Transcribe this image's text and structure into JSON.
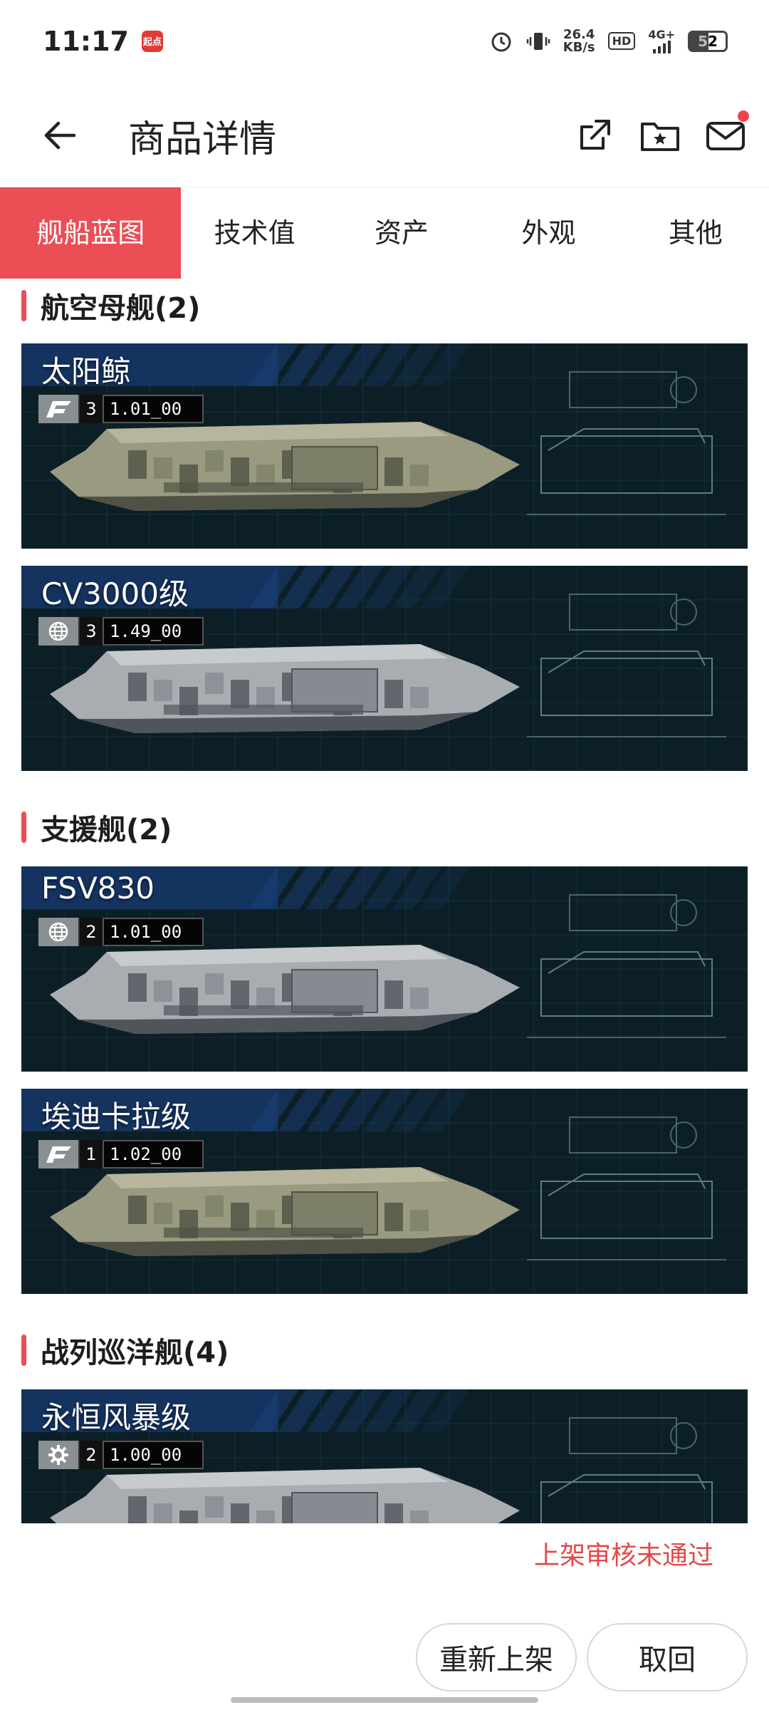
{
  "status_bar": {
    "time": "11:17",
    "app_badge": "起点",
    "net_speed_value": "26.4",
    "net_speed_unit": "KB/s",
    "hd": "HD",
    "network": "4G+",
    "battery": "52",
    "icons": [
      "alarm-icon",
      "vibrate-icon",
      "signal-icon",
      "battery-icon"
    ]
  },
  "header": {
    "title": "商品详情",
    "icons": [
      "back-arrow-icon",
      "share-icon",
      "folder-star-icon",
      "mail-icon"
    ]
  },
  "tabs": [
    {
      "label": "舰船蓝图",
      "active": true
    },
    {
      "label": "技术值",
      "active": false
    },
    {
      "label": "资产",
      "active": false
    },
    {
      "label": "外观",
      "active": false
    },
    {
      "label": "其他",
      "active": false
    }
  ],
  "sections": [
    {
      "title": "航空母舰(2)",
      "cards": [
        {
          "name": "太阳鲸",
          "emblem": "faction-emblem-icon",
          "count": "3",
          "version": "1.01_00",
          "palette": "olive"
        },
        {
          "name": "CV3000级",
          "emblem": "globe-emblem-icon",
          "count": "3",
          "version": "1.49_00",
          "palette": "steel"
        }
      ]
    },
    {
      "title": "支援舰(2)",
      "cards": [
        {
          "name": "FSV830",
          "emblem": "globe-emblem-icon",
          "count": "2",
          "version": "1.01_00",
          "palette": "steel"
        },
        {
          "name": "埃迪卡拉级",
          "emblem": "faction-emblem-icon",
          "count": "1",
          "version": "1.02_00",
          "palette": "olive"
        }
      ]
    },
    {
      "title": "战列巡洋舰(4)",
      "cards": [
        {
          "name": "永恒风暴级",
          "emblem": "gear-emblem-icon",
          "count": "2",
          "version": "1.00_00",
          "palette": "steel"
        }
      ]
    }
  ],
  "bottom": {
    "review_status": "上架审核未通过",
    "relist_label": "重新上架",
    "withdraw_label": "取回"
  },
  "colors": {
    "accent": "#eb4e55",
    "card_bg": "#0d1f26",
    "review_text": "#e24a4a"
  }
}
